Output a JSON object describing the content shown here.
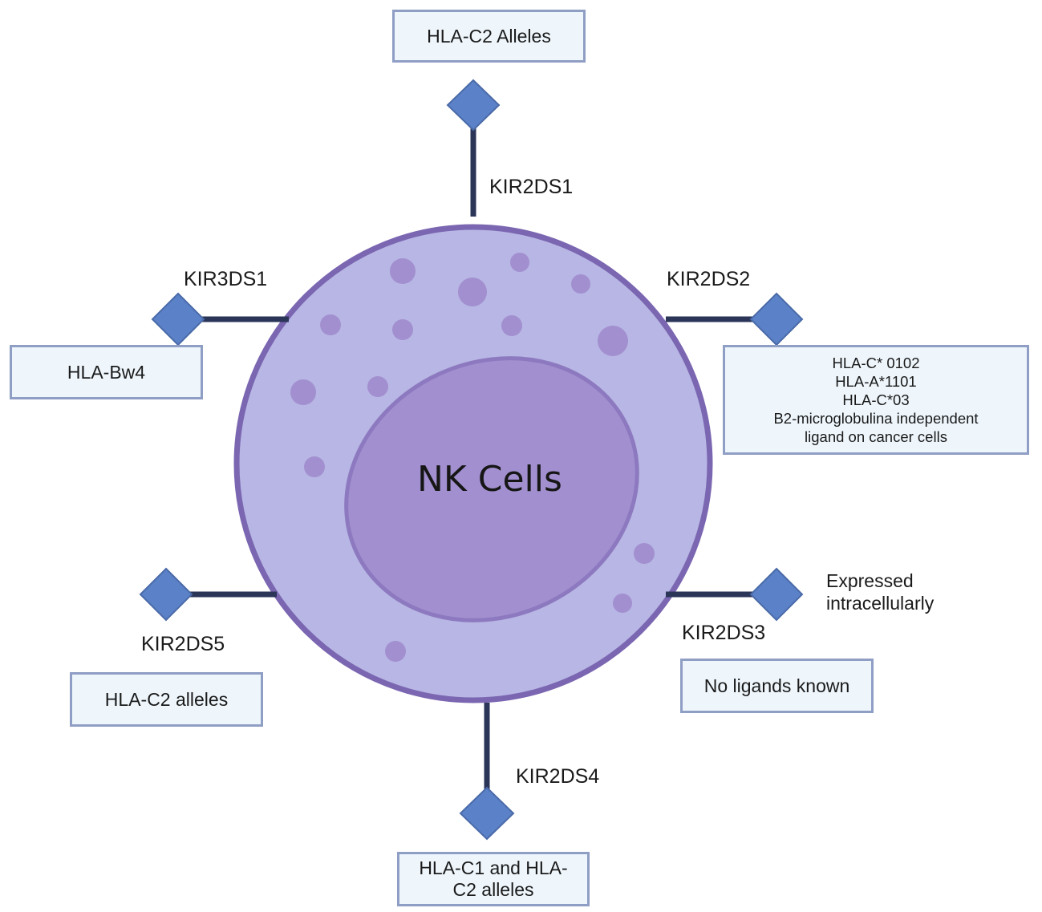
{
  "cell": {
    "title": "NK Cells",
    "membrane_color": "#7b66b1",
    "cytoplasm_color": "#b7b6e4",
    "nucleus_color": "#a28fcf",
    "granule_color": "#a28fcf"
  },
  "receptor_color": "#5b82c8",
  "stalk_color": "#2a3558",
  "receptors": {
    "kir2ds1": {
      "label": "KIR2DS1",
      "ligand": "HLA-C2 Alleles"
    },
    "kir2ds2": {
      "label": "KIR2DS2",
      "ligand_lines": [
        "HLA-C* 0102",
        "HLA-A*1101",
        "HLA-C*03",
        "B2-microglobulina independent",
        "ligand on cancer cells"
      ]
    },
    "kir3ds1": {
      "label": "KIR3DS1",
      "ligand": "HLA-Bw4"
    },
    "kir2ds5": {
      "label": "KIR2DS5",
      "ligand": "HLA-C2 alleles"
    },
    "kir2ds3": {
      "label": "KIR2DS3",
      "note_lines": [
        "Expressed",
        "intracellularly"
      ],
      "ligand": "No ligands known"
    },
    "kir2ds4": {
      "label": "KIR2DS4",
      "ligand_lines": [
        "HLA-C1 and HLA-",
        "C2 alleles"
      ]
    }
  }
}
